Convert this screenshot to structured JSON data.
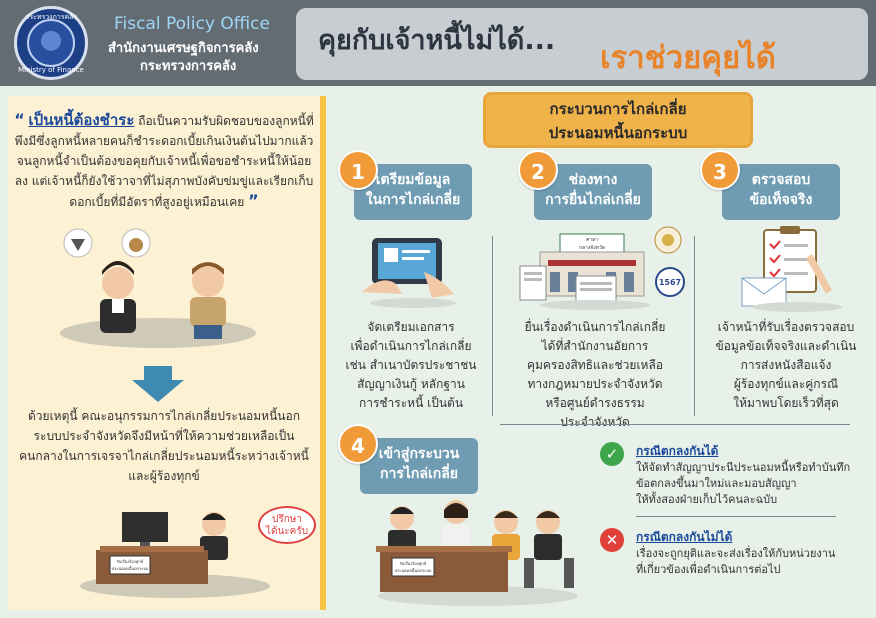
{
  "header": {
    "seal_top": "กระทรวงการคลัง",
    "seal_bottom": "Ministry of Finance",
    "org_en": "Fiscal Policy Office",
    "org_th_line1": "สำนักงานเศรษฐกิจการคลัง",
    "org_th_line2": "กระทรวงการคลัง",
    "title_part1": "คุยกับเจ้าหนี้ไม่ได้...",
    "title_part2": "เราช่วยคุยได้"
  },
  "left": {
    "quote_open": "“",
    "quote_lead": "เป็นหนี้ต้องชำระ",
    "quote_body": " ถือเป็นความรับผิดชอบของลูกหนี้ที่พึงมีซึ่งลูกหนี้หลายคนก็ชำระดอกเบี้ยเกินเงินต้นไปมากแล้ว จนลูกหนี้จำเป็นต้องขอคุยกับเจ้าหนี้เพื่อขอชำระหนี้ให้น้อยลง แต่เจ้าหนี้ก็ยังใช้วาจาที่ไม่สุภาพบังคับข่มขู่และเรียกเก็บดอกเบี้ยที่มีอัตราที่สูงอยู่เหมือนเคย",
    "quote_close": "”",
    "paragraph": "ด้วยเหตุนี้ คณะอนุกรรมการไกล่เกลี่ยประนอมหนี้นอกระบบประจำจังหวัดจึงมีหน้าที่ให้ความช่วยเหลือเป็นคนกลางในการเจรจาไกล่เกลี่ยประนอมหนี้ระหว่างเจ้าหนี้และผู้ร้องทุกข์",
    "bubble_line1": "ปรึกษา",
    "bubble_line2": "ได้นะครับ",
    "desk_sign_line1": "รับเรื่องร้องทุกข์",
    "desk_sign_line2": "ประนอมหนี้นอกระบบ"
  },
  "process": {
    "title_line1": "กระบวนการไกล่เกลี่ย",
    "title_line2": "ประนอมหนี้นอกระบบ",
    "steps": [
      {
        "num": "1",
        "title_line1": "เตรียมข้อมูล",
        "title_line2": "ในการไกล่เกลี่ย",
        "lines": [
          "จัดเตรียมเอกสาร",
          "เพื่อดำเนินการไกล่เกลี่ย",
          "เช่น สำเนาบัตรประชาชน",
          "สัญญาเงินกู้ หลักฐาน",
          "การชำระหนี้ เป็นต้น"
        ]
      },
      {
        "num": "2",
        "title_line1": "ช่องทาง",
        "title_line2": "การยื่นไกล่เกลี่ย",
        "lines": [
          "ยื่นเรื่องดำเนินการไกล่เกลี่ย",
          "ได้ที่สำนักงานอัยการ",
          "คุมครองสิทธิและช่วยเหลือ",
          "ทางกฎหมายประจำจังหวัด",
          "หรือศูนย์ดำรงธรรม",
          "ประจำจังหวัด"
        ],
        "building_label_line1": "ศาลา",
        "building_label_line2": "กลางจังหวัด",
        "hotline": "1567"
      },
      {
        "num": "3",
        "title_line1": "ตรวจสอบ",
        "title_line2": "ข้อเท็จจริง",
        "lines": [
          "เจ้าหน้าที่รับเรื่องตรวจสอบ",
          "ข้อมูลข้อเท็จจริงและดำเนิน",
          "การส่งหนังสือแจ้ง",
          "ผู้ร้องทุกข์และคู่กรณี",
          "ให้มาพบโดยเร็วที่สุด"
        ]
      },
      {
        "num": "4",
        "title_line1": "เข้าสู่กระบวน",
        "title_line2": "การไกล่เกลี่ย",
        "desk_sign_line1": "รับเรื่องร้องทุกข์",
        "desk_sign_line2": "ประนอมหนี้นอกระบบ"
      }
    ],
    "case_success": {
      "title": "กรณีตกลงกันได้",
      "lines": [
        "ให้จัดทำสัญญาประนีประนอมหนี้หรือทำบันทึก",
        "ข้อตกลงขึ้นมาใหม่และมอบสัญญา",
        "ให้ทั้งสองฝ่ายเก็บไว้คนละฉบับ"
      ]
    },
    "case_fail": {
      "title": "กรณีตกลงกันไม่ได้",
      "lines": [
        "เรื่องจะถูกยุติและจะส่งเรื่องให้กับหน่วยงาน",
        "ที่เกี่ยวข้องเพื่อดำเนินการต่อไป"
      ]
    }
  },
  "colors": {
    "header_bg": "#636b73",
    "title_box": "#c8cdd2",
    "accent_orange": "#e8832a",
    "step_box": "#6f9cb2",
    "left_panel": "#fcf1d3",
    "right_panel": "#e7f1ea",
    "success": "#3ea64a",
    "fail": "#e0413a"
  },
  "icons": [
    "ministry-seal-icon",
    "down-arrow-icon",
    "check-icon",
    "cross-icon",
    "tablet-icon",
    "building-icon",
    "checklist-icon",
    "envelope-icon"
  ]
}
